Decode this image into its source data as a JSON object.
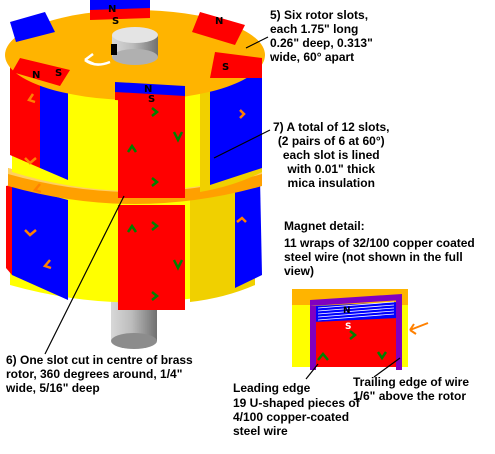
{
  "notes": {
    "rotor_slots": "5) Six rotor slots,\n each 1.75\" long\n 0.26\" deep, 0.313\"\n wide, 60° apart",
    "total_slots": "7) A total of 12 slots,\n(2 pairs of 6 at 60°)\neach slot is lined\nwith 0.01\" thick\nmica insulation",
    "magnet_title": "Magnet detail:",
    "magnet_body": "11 wraps of 32/100 copper coated\nsteel wire (not shown in the full\nview)",
    "brass_slot": "6) One slot cut in centre of brass\n   rotor, 360 degrees around, 1/4\"\n   wide, 5/16\" deep",
    "leading_title": "Leading edge",
    "leading_body": "19 U-shaped pieces of\n4/100 copper-coated\nsteel wire",
    "trailing": "Trailing edge of wire\n1/6\" above the rotor"
  },
  "pole_labels": {
    "north": "N",
    "south": "S"
  },
  "colors": {
    "body": "#ffff00",
    "body_shade": "#f0c800",
    "top_face": "#ffb400",
    "red_magnet": "#ff0000",
    "blue_magnet": "#0000ff",
    "shaft": "#a8a8a8",
    "wire": "#8000c0",
    "arrow_green": "#008000",
    "arrow_orange": "#ff8000"
  }
}
